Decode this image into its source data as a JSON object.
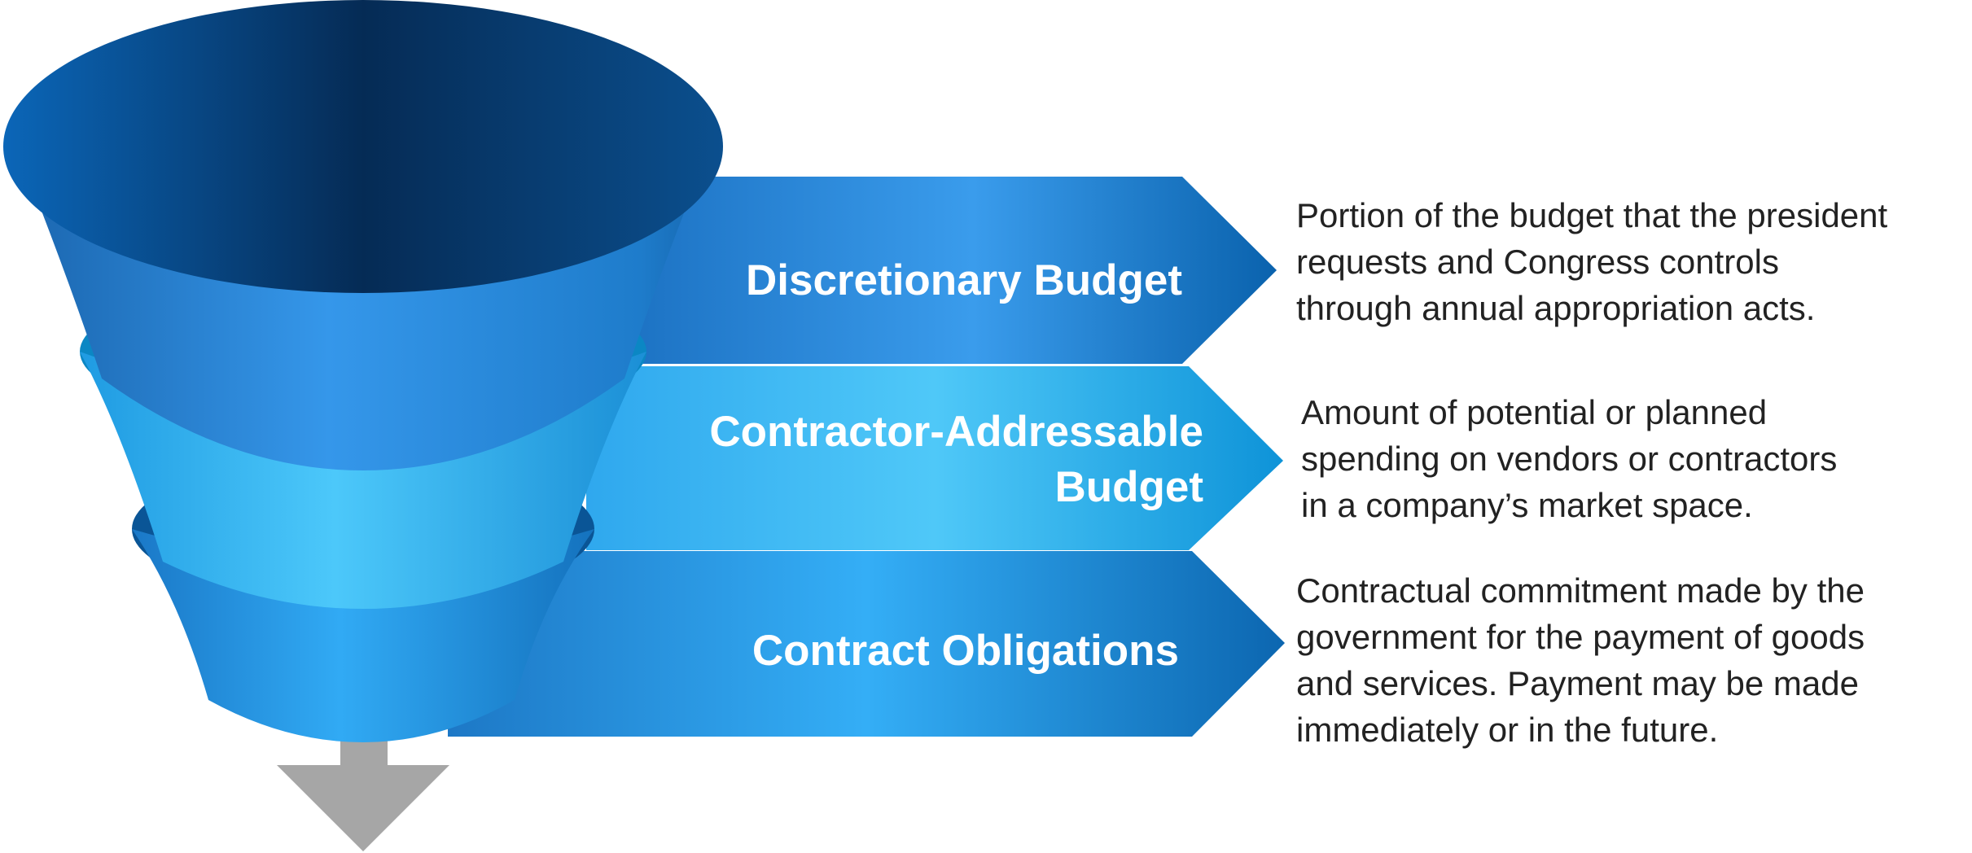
{
  "stages": [
    {
      "label_lines": [
        "Discretionary Budget"
      ],
      "description": "Portion of the budget that the president\nrequests and Congress controls\nthrough annual appropriation acts."
    },
    {
      "label_lines": [
        "Contractor-Addressable",
        "Budget"
      ],
      "description": "Amount of potential or planned\nspending on vendors or contractors\nin a company’s market space."
    },
    {
      "label_lines": [
        "Contract Obligations"
      ],
      "description": "Contractual commitment made by the\ngovernment for the payment of goods\nand services. Payment may be made\nimmediately or in the future."
    }
  ],
  "colors": {
    "band_dark": "#0B63AC",
    "band_mid": "#3A9BEA",
    "band_light": "#4EC7F7",
    "funnel_top_dark": "#062D57",
    "arrow_gray": "#A6A6A6",
    "text": "#222222"
  },
  "icons": {
    "funnel": "funnel-icon",
    "down_arrow": "down-arrow-icon"
  }
}
